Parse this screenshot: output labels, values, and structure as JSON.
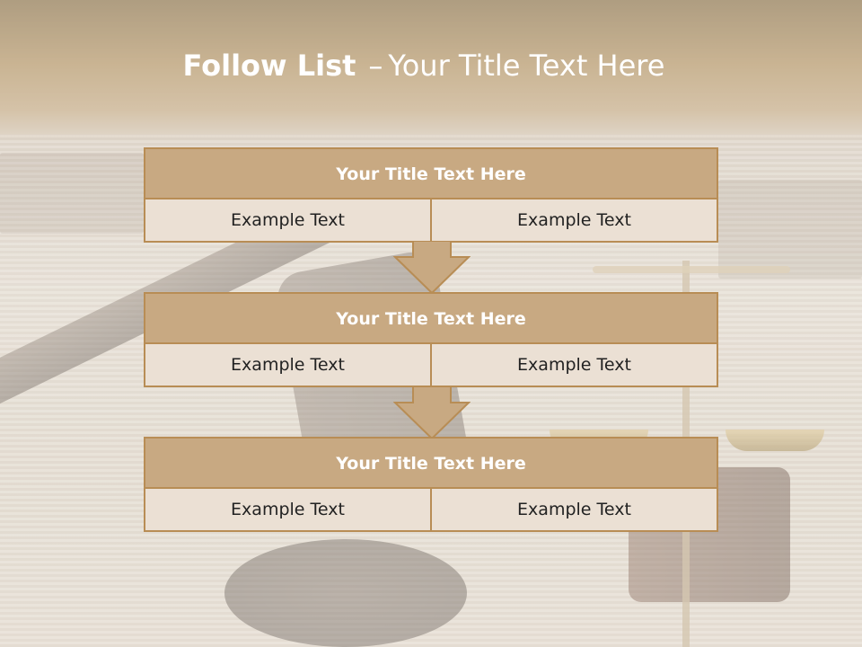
{
  "slide": {
    "title_bold": "Follow List",
    "title_separator": "–",
    "title_rest": "Your Title Text Here",
    "colors": {
      "block_header": "#c8a982",
      "block_border": "#b88d55",
      "block_cell": "#ebe0d4",
      "header_band": "#8f7750"
    },
    "items": [
      {
        "title": "Your Title Text Here",
        "left": "Example Text",
        "right": "Example Text"
      },
      {
        "title": "Your Title Text Here",
        "left": "Example Text",
        "right": "Example Text"
      },
      {
        "title": "Your Title Text Here",
        "left": "Example Text",
        "right": "Example Text"
      }
    ]
  }
}
